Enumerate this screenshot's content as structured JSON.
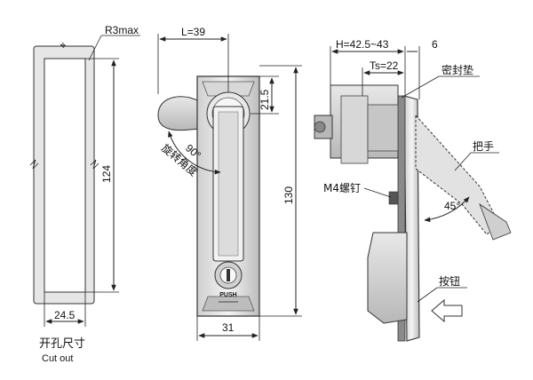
{
  "cutout": {
    "radius_label": "R3max",
    "height_label": "124",
    "width_label": "24.5",
    "title_cn": "开孔尺寸",
    "title_en": "Cut out"
  },
  "front": {
    "top_width_label": "L=39",
    "offset_label": "21.5",
    "height_label": "130",
    "rotation_text": "旋转角度",
    "rotation_angle": "90°",
    "push_text": "PUSH",
    "bottom_width_label": "31"
  },
  "side": {
    "h_label": "H=42.5~43",
    "six_label": "6",
    "ts_label": "Ts=22",
    "gasket": "密封垫",
    "handle": "把手",
    "screw": "M4螺钉",
    "angle": "45°",
    "button": "按钮"
  }
}
